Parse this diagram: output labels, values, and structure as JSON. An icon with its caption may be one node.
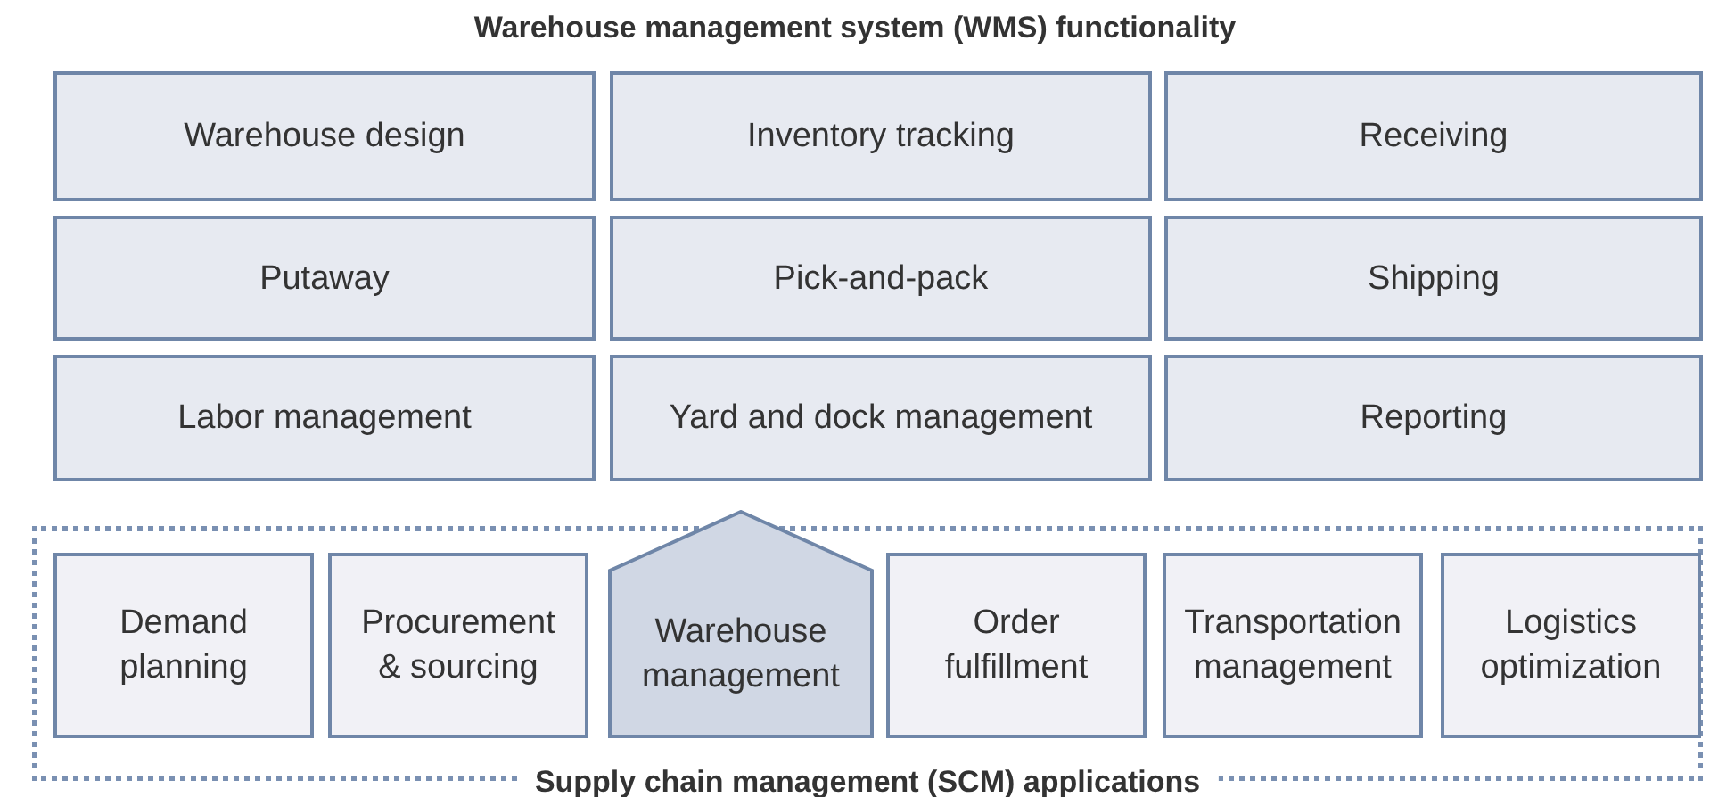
{
  "diagram": {
    "title": "Warehouse management system (WMS) functionality",
    "nodes": [
      {
        "text": [
          "Warehouse design"
        ]
      },
      {
        "text": [
          "Inventory tracking"
        ]
      },
      {
        "text": [
          "Receiving"
        ]
      },
      {
        "text": [
          "Putaway"
        ]
      },
      {
        "text": [
          "Pick-and-pack"
        ]
      },
      {
        "text": [
          "Shipping"
        ]
      },
      {
        "text": [
          "Labor management"
        ]
      },
      {
        "text": [
          "Yard and dock management"
        ]
      },
      {
        "text": [
          "Reporting"
        ]
      },
      {
        "text": [
          "Supply chain management (SCM) applications"
        ]
      },
      {
        "text": [
          "Demand planning"
        ],
        "in": 9
      },
      {
        "text": [
          "Procurement & sourcing"
        ],
        "in": 9
      },
      {
        "text": [
          "Warehouse management"
        ],
        "in": 9
      },
      {
        "text": [
          "Order fulfillment"
        ],
        "in": 9
      },
      {
        "text": [
          "Transportation management"
        ],
        "in": 9
      },
      {
        "text": [
          "Logistics optimization"
        ],
        "in": 9
      }
    ],
    "edges": []
  }
}
